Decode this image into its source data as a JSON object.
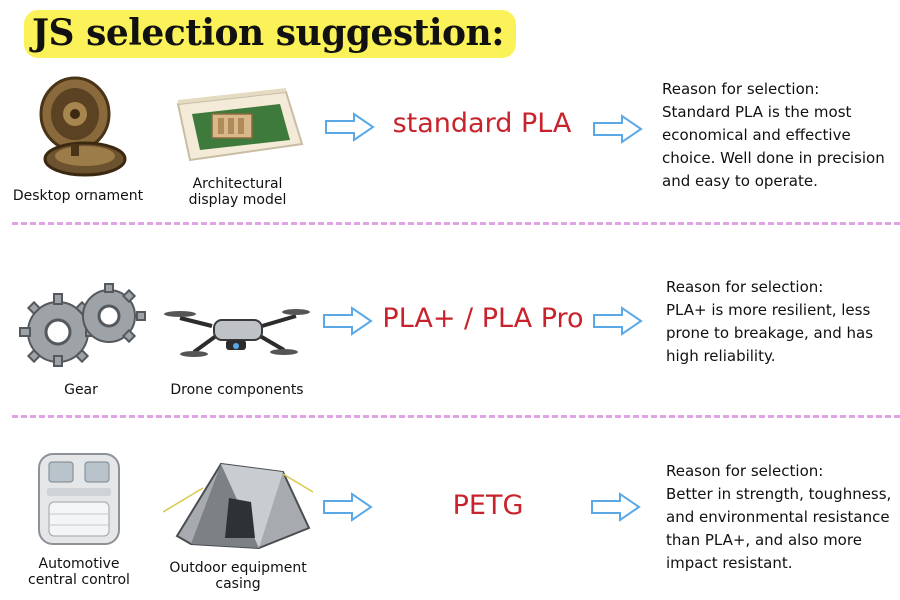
{
  "title": "JS selection suggestion:",
  "rows": [
    {
      "products": [
        {
          "label": "Desktop ornament",
          "icon": "ornament-clock-icon"
        },
        {
          "label": "Architectural\ndisplay model",
          "icon": "architectural-model-icon"
        }
      ],
      "material": "standard PLA",
      "reason": "Reason for selection:\nStandard PLA is the most\neconomical and effective\nchoice. Well done in precision\nand easy to operate."
    },
    {
      "products": [
        {
          "label": "Gear",
          "icon": "gear-icon"
        },
        {
          "label": "Drone components",
          "icon": "drone-icon"
        }
      ],
      "material": "PLA+ / PLA Pro",
      "reason": "Reason for selection:\nPLA+ is more resilient, less\nprone to breakage, and has\n high reliability."
    },
    {
      "products": [
        {
          "label": "Automotive\ncentral control",
          "icon": "car-control-panel-icon"
        },
        {
          "label": "Outdoor equipment\ncasing",
          "icon": "tent-icon"
        }
      ],
      "material": "PETG",
      "reason": "Reason for selection:\nBetter in strength, toughness,\nand environmental resistance\nthan PLA+, and also more\nimpact resistant."
    }
  ],
  "colors": {
    "title_highlight": "#fbf25a",
    "material_text": "#c8232c",
    "arrow": "#5aa8e6",
    "divider": "#e0a3e6"
  }
}
